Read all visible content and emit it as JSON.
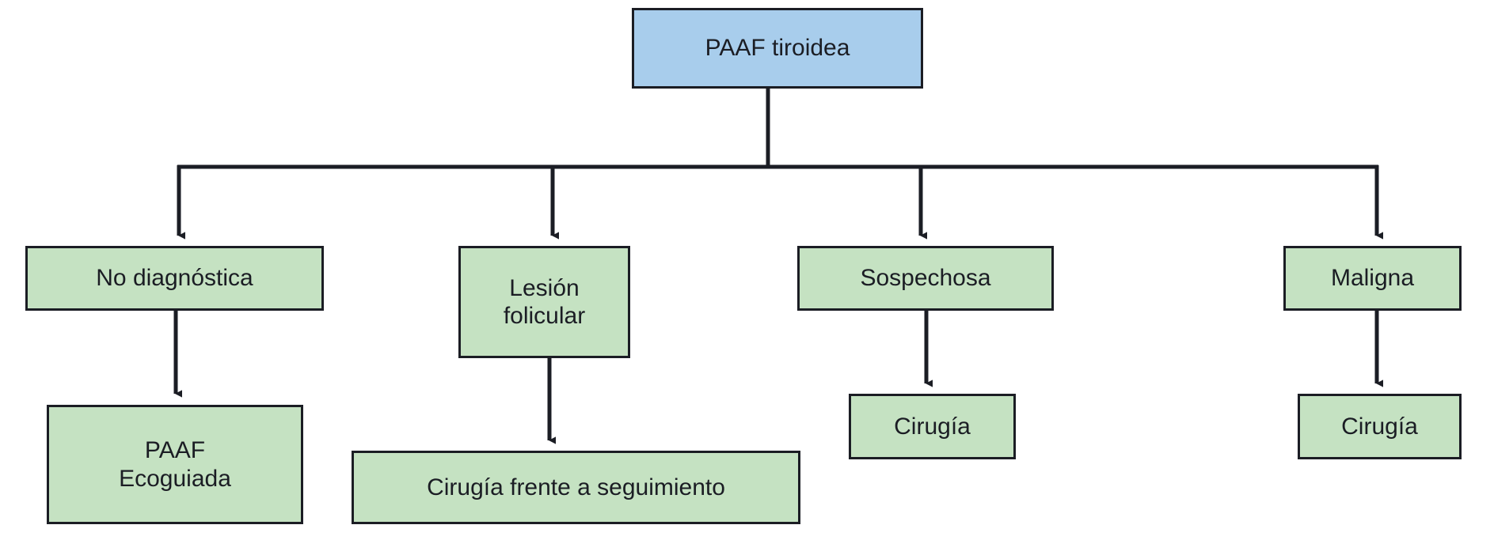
{
  "diagram": {
    "title": "PAAF tiroidea",
    "type": "flowchart",
    "colors": {
      "root_fill": "#a8cdec",
      "node_fill": "#c5e2c2",
      "stroke": "#1b1d24",
      "background": "#ffffff",
      "text": "#1b1d24"
    },
    "root": {
      "id": "root",
      "label": "PAAF tiroidea"
    },
    "branches": [
      {
        "id": "no-diagnostica",
        "label": "No diagnóstica",
        "child": {
          "id": "paaf-ecoguiada",
          "label": "PAAF\nEcoguiada"
        }
      },
      {
        "id": "lesion-folicular",
        "label": "Lesión\nfolicular",
        "child": {
          "id": "cirugia-vs-seguimiento",
          "label": "Cirugía frente a seguimiento"
        }
      },
      {
        "id": "sospechosa",
        "label": "Sospechosa",
        "child": {
          "id": "cirugia-sospechosa",
          "label": "Cirugía"
        }
      },
      {
        "id": "maligna",
        "label": "Maligna",
        "child": {
          "id": "cirugia-maligna",
          "label": "Cirugía"
        }
      }
    ]
  }
}
